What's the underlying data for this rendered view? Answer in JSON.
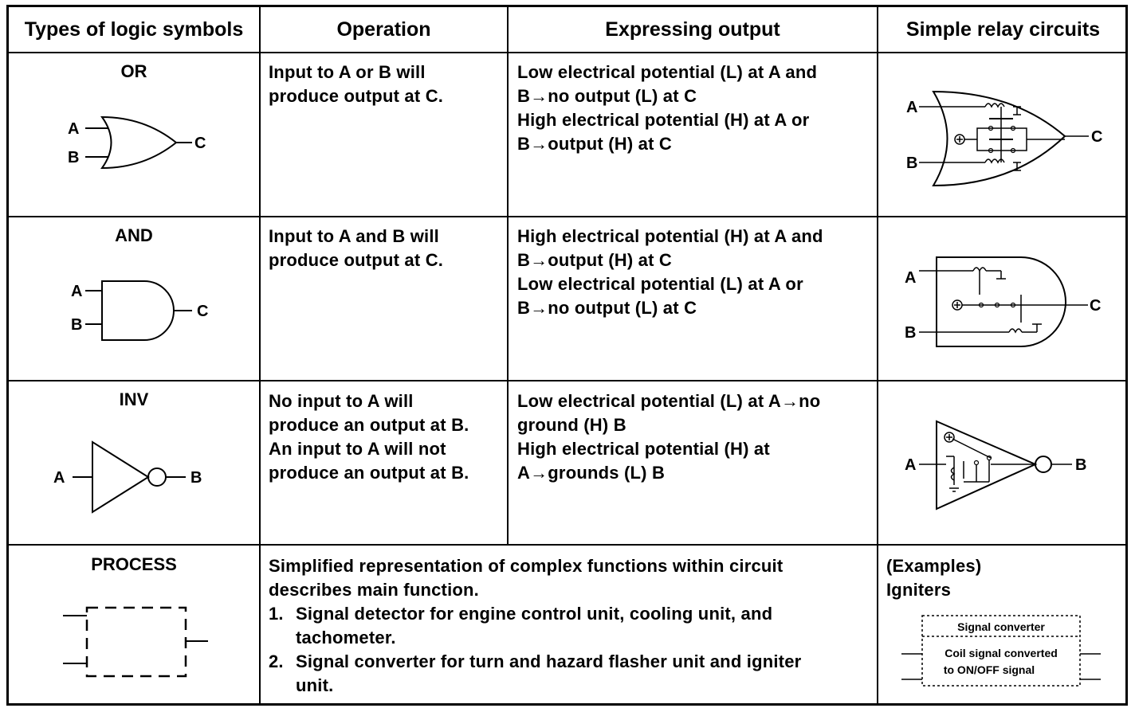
{
  "headers": {
    "types": "Types of logic symbols",
    "operation": "Operation",
    "expressing": "Expressing output",
    "relay": "Simple relay circuits"
  },
  "rows": [
    {
      "name": "OR",
      "operation": [
        "Input to A or B will",
        "produce output at C."
      ],
      "expressing": [
        "Low electrical potential (L) at A and",
        "B→no output (L) at C",
        "High electrical potential (H) at A or",
        "B→output (H) at C"
      ],
      "pins": {
        "a": "A",
        "b": "B",
        "c": "C"
      }
    },
    {
      "name": "AND",
      "operation": [
        "Input to A and B will",
        "produce output at C."
      ],
      "expressing": [
        "High electrical potential (H) at A and",
        "B→output (H) at C",
        "Low electrical potential (L) at A or",
        "B→no output (L) at C"
      ],
      "pins": {
        "a": "A",
        "b": "B",
        "c": "C"
      }
    },
    {
      "name": "INV",
      "operation": [
        "No input to A will",
        "produce an output at B.",
        "An input to A will not",
        "produce an output at B."
      ],
      "expressing": [
        "Low electrical potential (L) at A→no",
        "ground (H) B",
        "High electrical potential (H) at",
        "A→grounds (L) B"
      ],
      "pins": {
        "a": "A",
        "b": "B"
      }
    }
  ],
  "process": {
    "name": "PROCESS",
    "intro": [
      "Simplified representation of complex functions within circuit",
      "describes main function."
    ],
    "items": [
      {
        "num": "1.",
        "lines": [
          "Signal detector for engine control unit, cooling unit, and",
          "tachometer."
        ]
      },
      {
        "num": "2.",
        "lines": [
          "Signal converter for turn and hazard flasher unit and igniter",
          "unit."
        ]
      }
    ],
    "examples_label": "(Examples)",
    "examples_item": "Igniters",
    "box_title": "Signal converter",
    "box_text_1": "Coil signal converted",
    "box_text_2": "to ON/OFF signal"
  }
}
